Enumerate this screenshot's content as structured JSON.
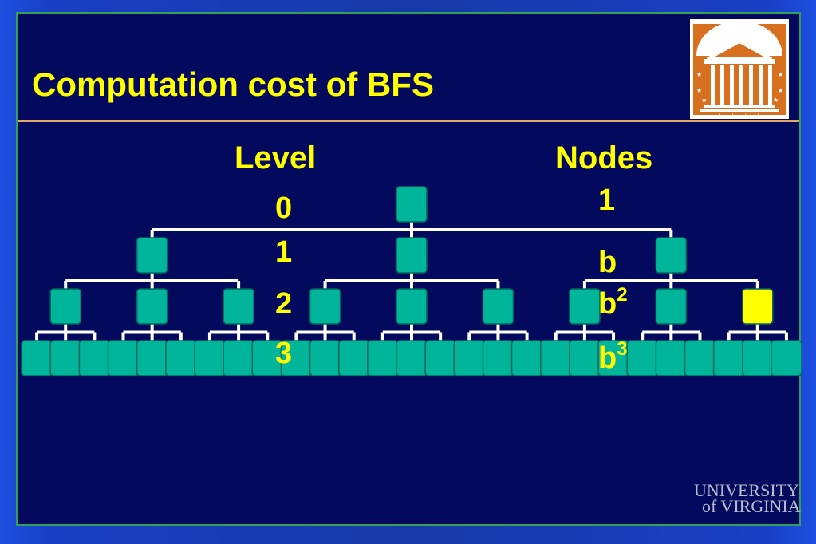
{
  "slide": {
    "title": "Computation cost of BFS",
    "wordmark_line1": "UNIVERSITY",
    "wordmark_line2": "of VIRGINIA"
  },
  "table": {
    "level_header": "Level",
    "nodes_header": "Nodes",
    "levels": [
      "0",
      "1",
      "2",
      "3"
    ],
    "node_counts": [
      {
        "base": "1",
        "exp": ""
      },
      {
        "base": "b",
        "exp": ""
      },
      {
        "base": "b",
        "exp": "2"
      },
      {
        "base": "b",
        "exp": "3"
      }
    ]
  },
  "tree": {
    "branching_factor": 3,
    "depth": 3,
    "highlighted": {
      "level": 2,
      "index": 8
    },
    "colors": {
      "node": "#00b59a",
      "node_border": "#03665b",
      "edge": "#ffffff",
      "highlight": "#ffff00"
    }
  },
  "colors": {
    "text": "#ffff00",
    "slide_bg": "#030a5e",
    "rule": "#e3a76a",
    "frame": "#2fa05c"
  },
  "icons": [
    "rotunda-logo",
    "university-wordmark"
  ]
}
